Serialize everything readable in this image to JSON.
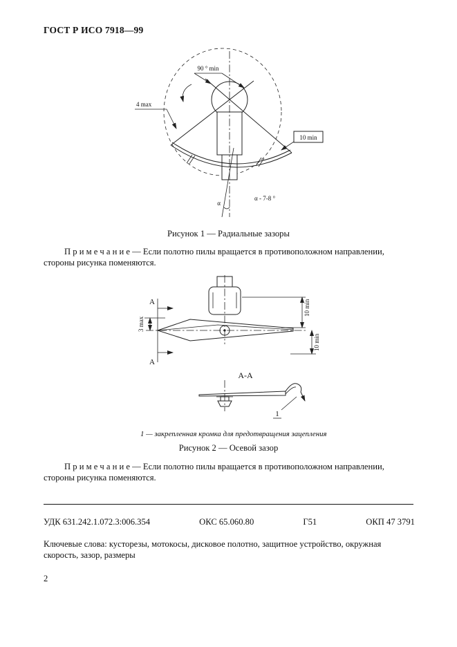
{
  "doc": {
    "header": "ГОСТ Р ИСО 7918—99",
    "page_number": "2"
  },
  "figure1": {
    "caption": "Рисунок 1 — Радиальные зазоры",
    "labels": {
      "angle_min": "90 ° min",
      "gap_left": "4 max",
      "gap_right": "10 min",
      "alpha_range": "α - 7-8 °",
      "alpha": "α"
    }
  },
  "note1": "П р и м е ч а н и е — Если полотно пилы вращается в противоположном направлении, стороны рисунка поменяются.",
  "figure2": {
    "caption": "Рисунок 2 — Осевой зазор",
    "footnote": "1 — закрепленная кромка для предотвращения зацепления",
    "labels": {
      "section_top": "А",
      "section_bottom": "А",
      "gap_left": "3 max",
      "gap_top_right": "10 min",
      "gap_bottom_right": "10 min",
      "section_view": "А-А",
      "callout": "1"
    }
  },
  "note2": "П р и м е ч а н и е — Если полотно пилы вращается в противоположном направлении, стороны рисунка поменяются.",
  "footer": {
    "udk": "УДК 631.242.1.072.3:006.354",
    "oks": "ОКС 65.060.80",
    "group": "Г51",
    "okp": "ОКП 47 3791",
    "keywords": "Ключевые слова: кусторезы, мотокосы, дисковое полотно, защитное устройство, окружная скорость, зазор, размеры"
  }
}
